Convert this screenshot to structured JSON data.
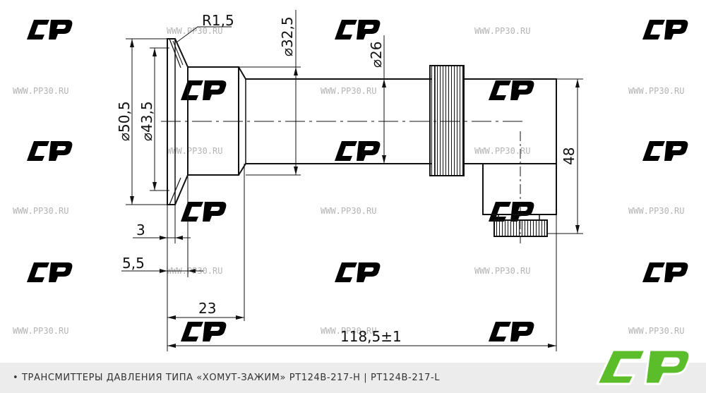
{
  "watermark": {
    "url": "WWW.PP30.RU"
  },
  "dimensions": {
    "fillet": "R1,5",
    "dia_32_5": "⌀32,5",
    "dia_26": "⌀26",
    "dia_50_5": "⌀50,5",
    "dia_43_5": "⌀43,5",
    "height_48": "48",
    "len_3": "3",
    "len_5_5": "5,5",
    "len_23": "23",
    "len_total": "118,5±1"
  },
  "footer": {
    "caption": "•   ТРАНСМИТТЕРЫ ДАВЛЕНИЯ ТИПА «ХОМУТ-ЗАЖИМ»   PT124B-217-H | PT124B-217-L"
  },
  "colors": {
    "line": "#111111",
    "watermark_logo": "#d9efc6",
    "brand_green": "#5cbd2b",
    "footer_bg": "#ececec"
  },
  "icons": {
    "brand": "cp-logo",
    "watermark": "cp-logo-watermark"
  }
}
